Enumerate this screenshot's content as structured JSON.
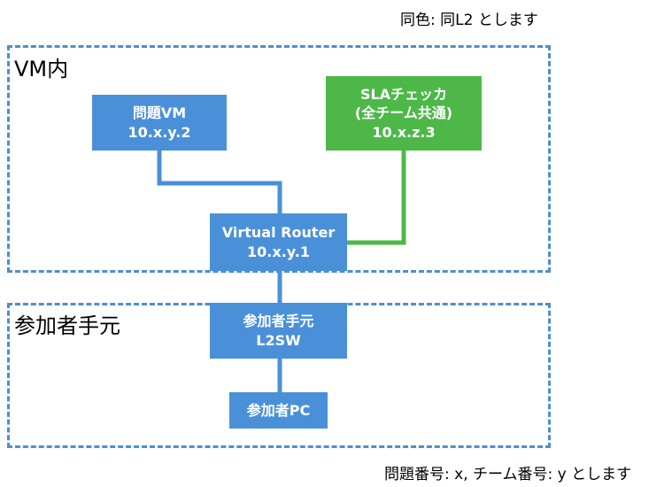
{
  "notes": {
    "top_right": "同色: 同L2 とします",
    "bottom_right": "問題番号: x, チーム番号: y とします"
  },
  "regions": {
    "vm": {
      "label": "VM内"
    },
    "participant": {
      "label": "参加者手元"
    }
  },
  "nodes": {
    "problem_vm": {
      "line1": "問題VM",
      "line2": "10.x.y.2",
      "color": "#4a90d9"
    },
    "sla_checker": {
      "line1": "SLAチェッカ",
      "line2": "(全チーム共通)",
      "line3": "10.x.z.3",
      "color": "#4db848"
    },
    "virtual_router": {
      "line1": "Virtual Router",
      "line2": "10.x.y.1",
      "color": "#4a90d9"
    },
    "participant_l2sw": {
      "line1": "参加者手元",
      "line2": "L2SW",
      "color": "#4a90d9"
    },
    "participant_pc": {
      "line1": "参加者PC",
      "color": "#4a90d9"
    }
  },
  "colors": {
    "region_border": "#4a90d0",
    "blue_link": "#4a90d9",
    "green_link": "#4db848"
  }
}
